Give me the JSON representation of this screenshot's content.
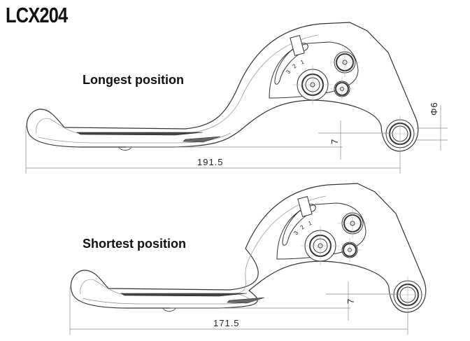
{
  "title": "LCX204",
  "levers": [
    {
      "position_label": "Longest position",
      "length_dimension": "191.5",
      "offset_dimension": "7",
      "diameter_dimension": "Φ6",
      "adjuster_marks": [
        "3",
        "2",
        "1"
      ]
    },
    {
      "position_label": "Shortest position",
      "length_dimension": "171.5",
      "offset_dimension": "7",
      "adjuster_marks": [
        "3",
        "2",
        "1"
      ]
    }
  ],
  "colors": {
    "line": "#333333",
    "dimension": "#888888"
  }
}
